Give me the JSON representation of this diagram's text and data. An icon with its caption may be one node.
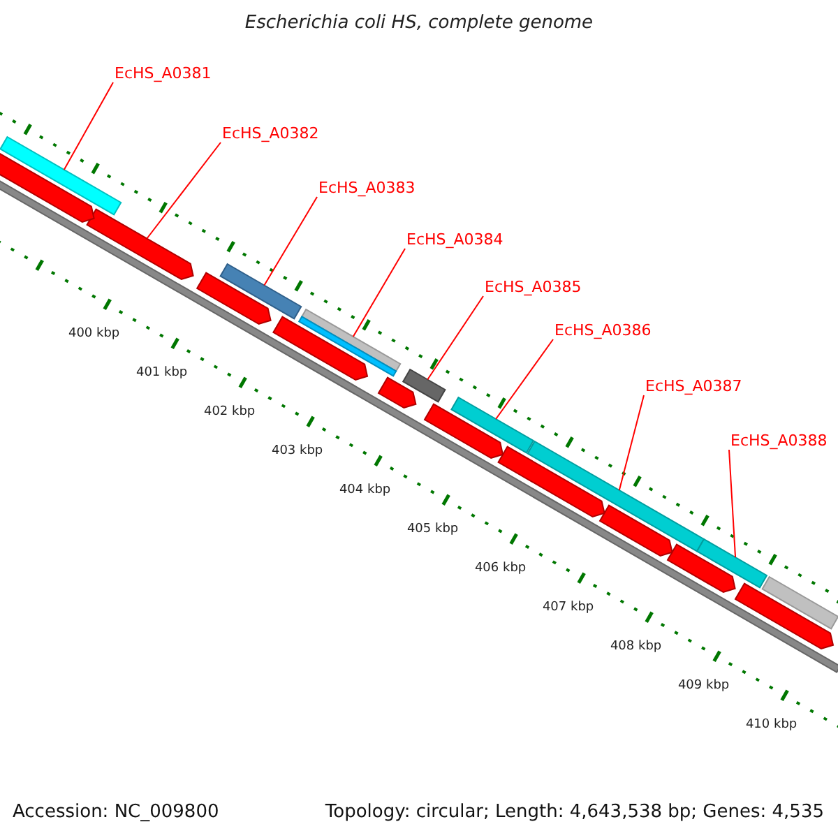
{
  "diagram": {
    "title": "Escherichia coli HS, complete genome",
    "nodes": [
      {
        "text": [
          "EcHS_A0381"
        ]
      },
      {
        "text": [
          "EcHS_A0382"
        ]
      },
      {
        "text": [
          "EcHS_A0383"
        ]
      },
      {
        "text": [
          "EcHS_A0384"
        ]
      },
      {
        "text": [
          "EcHS_A0385"
        ]
      },
      {
        "text": [
          "EcHS_A0386"
        ]
      },
      {
        "text": [
          "EcHS_A0387"
        ]
      },
      {
        "text": [
          "EcHS_A0388"
        ]
      },
      {
        "text": [],
        "shape": "bar"
      },
      {
        "text": [],
        "shape": "bar"
      },
      {
        "text": [],
        "shape": "bar"
      },
      {
        "text": [],
        "shape": "bar"
      },
      {
        "text": [],
        "shape": "bar"
      },
      {
        "text": [],
        "shape": "bar"
      },
      {
        "text": [],
        "shape": "bar"
      },
      {
        "text": [],
        "shape": "bar"
      },
      {
        "text": [],
        "shape": "bar"
      },
      {
        "text": [],
        "shape": "bar"
      },
      {
        "text": [],
        "shape": "bar"
      },
      {
        "text": [],
        "shape": "bar"
      },
      {
        "text": [],
        "shape": "bar"
      },
      {
        "text": [],
        "shape": "bar"
      },
      {
        "text": [],
        "shape": "bar"
      },
      {
        "text": [],
        "shape": "bar"
      },
      {
        "text": [],
        "shape": "bar"
      },
      {
        "text": [],
        "shape": "bar"
      },
      {
        "text": [],
        "shape": "bar"
      }
    ],
    "edges": [
      {
        "from": 0,
        "to": 8,
        "arrow": "none"
      },
      {
        "from": 1,
        "to": 9,
        "arrow": "none"
      },
      {
        "from": 2,
        "to": 10,
        "arrow": "none"
      },
      {
        "from": 3,
        "to": 11,
        "arrow": "none"
      },
      {
        "from": 4,
        "to": 12,
        "arrow": "none"
      },
      {
        "from": 5,
        "to": 13,
        "arrow": "none"
      },
      {
        "from": 6,
        "to": 14,
        "arrow": "none"
      },
      {
        "from": 7,
        "to": 15,
        "arrow": "none"
      }
    ],
    "labels": [
      "400 kbp",
      "401 kbp",
      "402 kbp",
      "403 kbp",
      "404 kbp",
      "405 kbp",
      "406 kbp",
      "407 kbp",
      "408 kbp",
      "409 kbp",
      "410 kbp",
      "Accession: NC_009800",
      "Topology: circular; Length: 4,643,538 bp; Genes: 4,535"
    ]
  }
}
